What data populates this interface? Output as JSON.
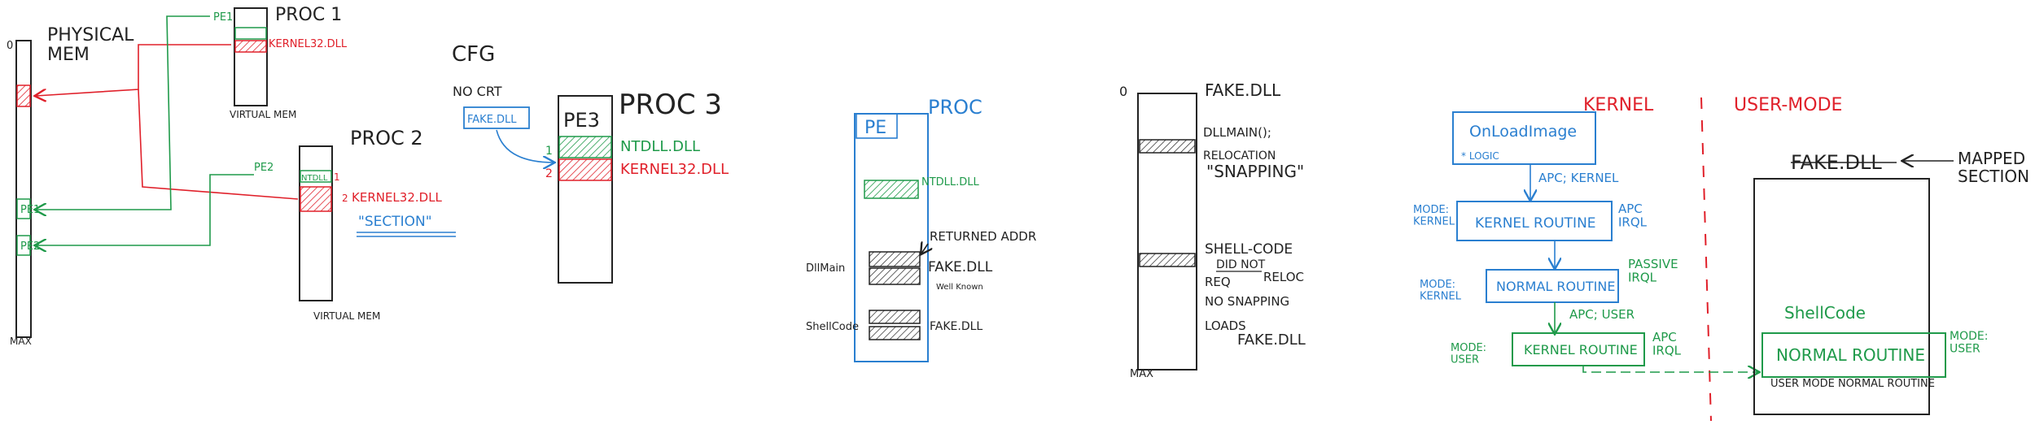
{
  "colors": {
    "ink": "#222222",
    "red": "#e0202a",
    "green": "#1f9a4a",
    "blue": "#2a7fd0"
  },
  "panel1": {
    "physical_mem": "PHYSICAL\nMEM",
    "zero": "0",
    "max": "MAX",
    "pe1": "PE1",
    "pe2": "PE2",
    "proc1": "PROC 1",
    "proc1_pe1": "PE1",
    "proc1_kernel32": "KERNEL32.DLL",
    "virtual_mem_1": "VIRTUAL MEM",
    "proc2": "PROC 2",
    "proc2_pe2": "PE2",
    "proc2_ntdll": "NTDLL",
    "proc2_num1": "1",
    "proc2_num2": "2",
    "proc2_kernel32": "KERNEL32.DLL",
    "section": "\"SECTION\"",
    "virtual_mem_2": "VIRTUAL MEM"
  },
  "panel2": {
    "cfg": "CFG",
    "no_crt": "NO CRT",
    "fake_dll": "FAKE.DLL",
    "pe3": "PE3",
    "proc3": "PROC 3",
    "num1": "1",
    "num2": "2",
    "ntdll": "NTDLL.DLL",
    "kernel32": "KERNEL32.DLL"
  },
  "panel3": {
    "pe": "PE",
    "proc": "PROC",
    "ntdll": "NTDLL.DLL",
    "returned_addr": "RETURNED ADDR",
    "dllmain": "DllMain",
    "fake_dll_1": "FAKE.DLL",
    "well_known": "Well Known",
    "shellcode": "ShellCode",
    "fake_dll_2": "FAKE.DLL"
  },
  "panel4": {
    "zero": "0",
    "title": "FAKE.DLL",
    "dllmain": "DLLMAIN();",
    "relocation": "RELOCATION",
    "snapping": "\"SNAPPING\"",
    "shell_code": "SHELL-CODE",
    "did_not": "DID NOT",
    "req": "REQ",
    "reloc": "RELOC",
    "no_snapping": "NO SNAPPING",
    "loads": "LOADS",
    "fake_dll": "FAKE.DLL",
    "max": "MAX"
  },
  "panel5": {
    "kernel_header": "KERNEL",
    "user_mode_header": "USER-MODE",
    "onloadimage": "OnLoadImage",
    "logic": "* LOGIC",
    "apc_kernel": "APC; KERNEL",
    "mode_kernel_1": "MODE:\nKERNEL",
    "kernel_routine_1": "KERNEL ROUTINE",
    "apc_irql_1": "APC\nIRQL",
    "mode_kernel_2": "MODE:\nKERNEL",
    "normal_routine_1": "NORMAL ROUTINE",
    "passive_irql": "PASSIVE\nIRQL",
    "apc_user": "APC; USER",
    "mode_user_1": "MODE:\nUSER",
    "kernel_routine_2": "KERNEL ROUTINE",
    "apc_irql_2": "APC\nIRQL",
    "fake_dll": "FAKE.DLL",
    "mapped_section": "MAPPED\nSECTION",
    "shellcode": "ShellCode",
    "normal_routine_2": "NORMAL ROUTINE",
    "mode_user_2": "MODE:\nUSER",
    "user_mode_normal_routine": "USER MODE NORMAL ROUTINE"
  }
}
